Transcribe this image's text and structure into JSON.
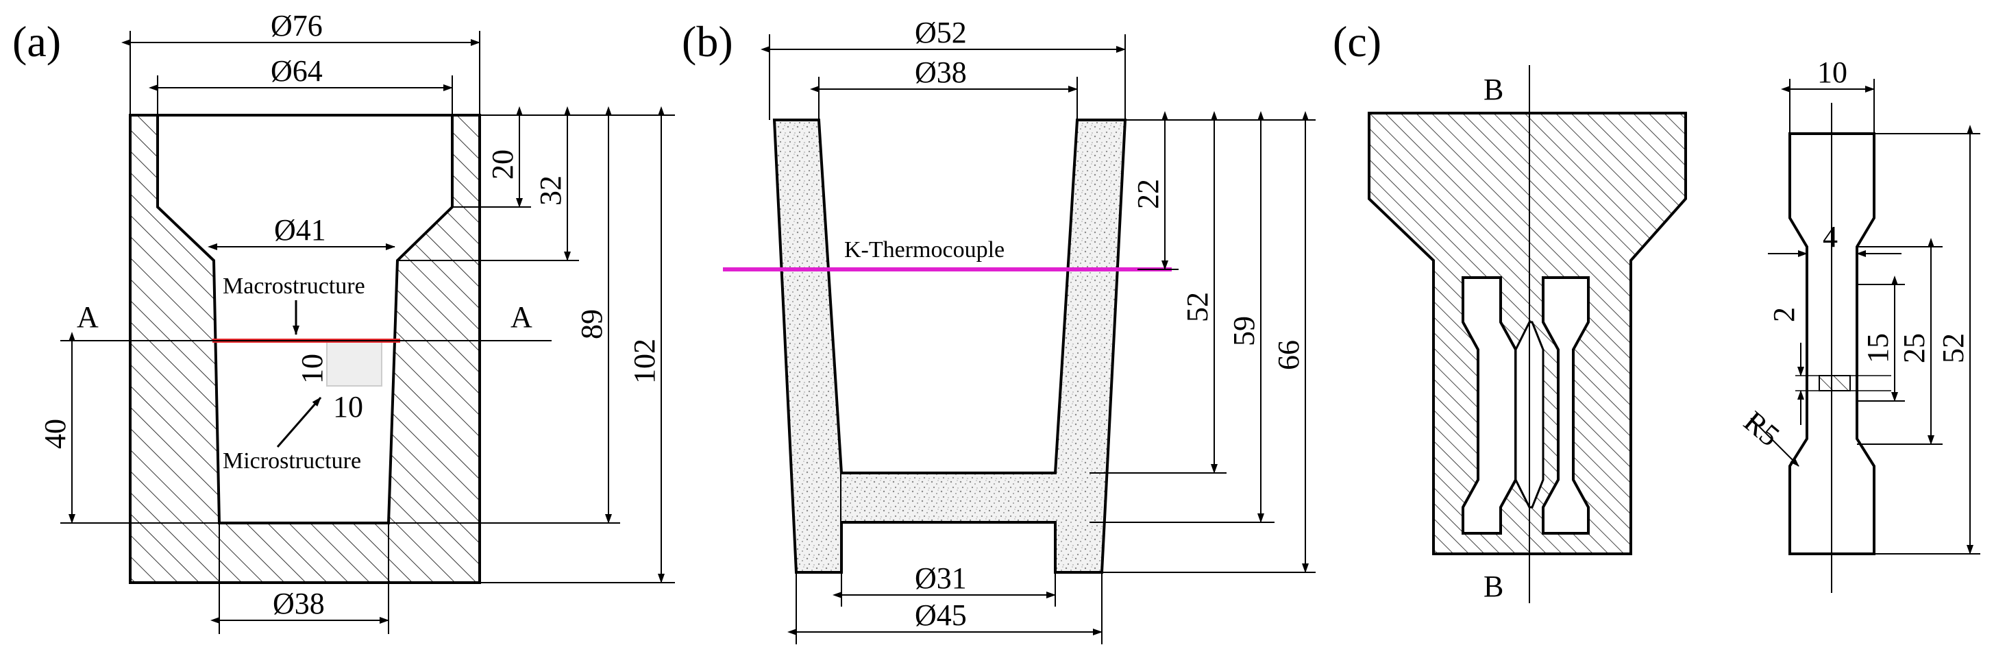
{
  "panels": [
    {
      "label": "(a)",
      "diameters": {
        "outer_top": "Ø76",
        "cup_top": "Ø64",
        "cavity_mid": "Ø41",
        "cavity_bottom": "Ø38"
      },
      "heights": {
        "h20": "20",
        "h32": "32",
        "h89": "89",
        "h102": "102",
        "h40": "40"
      },
      "section_mark": "A",
      "annotations": {
        "macro": "Macrostructure",
        "micro": "Microstructure",
        "sample_w": "10",
        "sample_h": "10"
      },
      "colors": {
        "section_line": "#e8262a"
      }
    },
    {
      "label": "(b)",
      "diameters": {
        "top_outer": "Ø52",
        "top_inner": "Ø38",
        "bottom_inner": "Ø31",
        "bottom_outer": "Ø45"
      },
      "heights": {
        "h22": "22",
        "h52": "52",
        "h59": "59",
        "h66": "66"
      },
      "thermocouple": "K-Thermocouple",
      "colors": {
        "thermocouple": "#e020d0"
      }
    },
    {
      "label": "(c)",
      "section_mark": "B",
      "specimen": {
        "width": "10",
        "gauge_w": "4",
        "h2": "2",
        "h15": "15",
        "h25": "25",
        "h52": "52",
        "radius": "R5"
      }
    }
  ]
}
